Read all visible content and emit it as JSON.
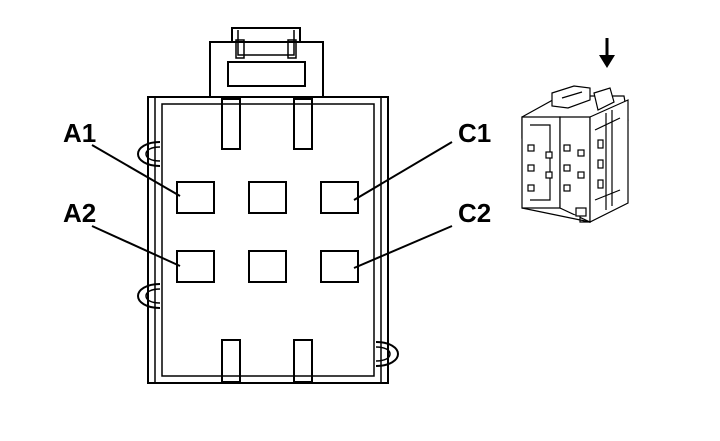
{
  "diagram": {
    "pin_labels": {
      "a1": "A1",
      "a2": "A2",
      "c1": "C1",
      "c2": "C2"
    },
    "colors": {
      "line": "#000000",
      "fill": "#ffffff"
    },
    "icons": {
      "insertion_arrow": "down-arrow-icon",
      "connector_3d": "connector-perspective-icon"
    }
  }
}
